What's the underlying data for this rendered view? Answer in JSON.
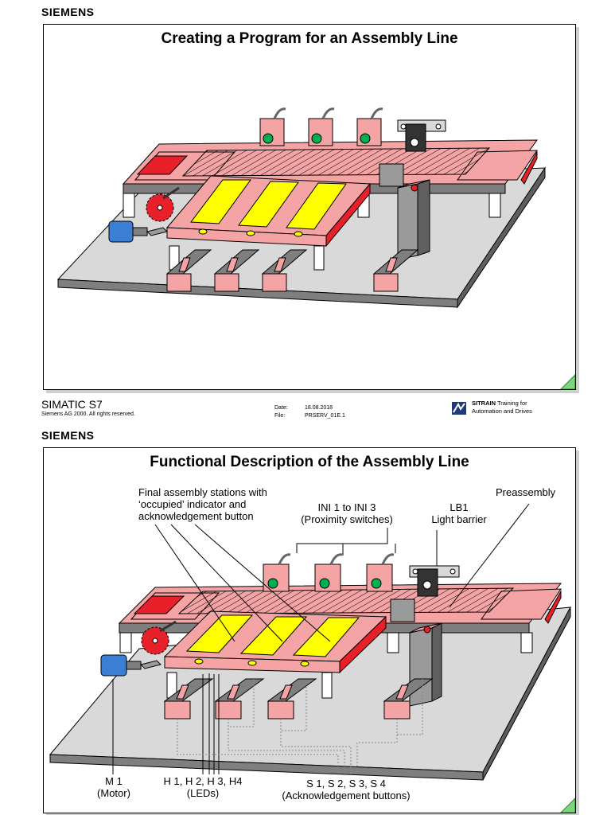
{
  "brand": "SIEMENS",
  "slide1": {
    "title": "Creating a Program for an Assembly Line"
  },
  "footer": {
    "product": "SIMATIC S7",
    "copyright": "Siemens AG 2000. All rights reserved.",
    "date_label": "Date:",
    "date_value": "18.08.2018",
    "file_label": "File:",
    "file_value": "PRSERV_01E.1",
    "sitrain": "SITRAIN",
    "sitrain_tag1": "Training for",
    "sitrain_tag2": "Automation and Drives"
  },
  "slide2": {
    "title": "Functional Description of the Assembly Line",
    "labels": {
      "final_stations": [
        "Final assembly stations with",
        "‘occupied’ indicator and",
        "acknowledgement button"
      ],
      "ini": [
        "INI 1 to INI 3",
        "(Proximity switches)"
      ],
      "lb1": [
        "LB1",
        "Light barrier"
      ],
      "preassembly": "Preassembly",
      "motor": [
        "M 1",
        "(Motor)"
      ],
      "leds": [
        "H 1, H 2, H 3, H4",
        "(LEDs)"
      ],
      "buttons": [
        "S 1, S 2, S 3, S 4",
        "(Acknowledgement buttons)"
      ]
    }
  },
  "colors": {
    "pink": "#f4a4a4",
    "red": "#e8202a",
    "yellow": "#ffff00",
    "green": "#00b050",
    "motor_blue": "#3a7fd4",
    "base_gray": "#d9d9d9",
    "dark_gray": "#7f7f7f"
  }
}
